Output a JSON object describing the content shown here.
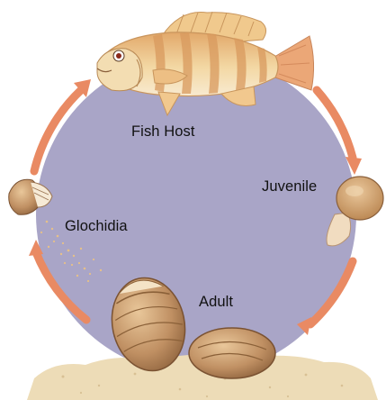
{
  "diagram": {
    "stages": [
      {
        "id": "fish-host",
        "label": "Fish Host"
      },
      {
        "id": "juvenile",
        "label": "Juvenile"
      },
      {
        "id": "adult",
        "label": "Adult"
      },
      {
        "id": "glochidia",
        "label": "Glochidia"
      }
    ],
    "colors": {
      "cycle_fill": "#a9a5c7",
      "arrow": "#e98a63",
      "sand": "#eddcb7",
      "shell": "#b98a5c",
      "fish_body": "#f1d39c",
      "fish_stripe": "#d99a5e"
    }
  }
}
